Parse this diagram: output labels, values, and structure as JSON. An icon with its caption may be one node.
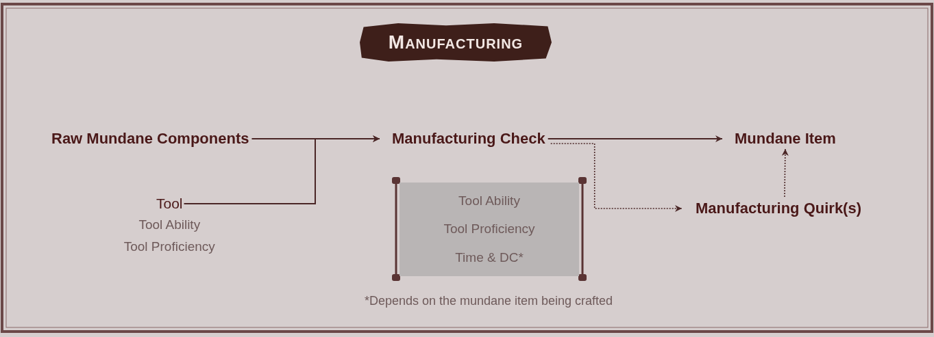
{
  "diagram": {
    "title": "Manufacturing",
    "nodes": [
      {
        "text": [
          "Raw Mundane Components"
        ]
      },
      {
        "text": [
          "Tool"
        ],
        "beside": [
          "Tool Ability",
          "Tool Proficiency"
        ]
      },
      {
        "text": [
          "Manufacturing Check"
        ]
      },
      {
        "text": [
          "Mundane Item"
        ]
      },
      {
        "text": [
          "Manufacturing Quirk(s)"
        ]
      },
      {
        "text": [
          "Tool Ability",
          "Tool Proficiency",
          "Time & DC*"
        ]
      }
    ],
    "edges": [
      {
        "from": 0,
        "to": 2,
        "arrow": "to"
      },
      {
        "from": 1,
        "to": 2,
        "arrow": "to"
      },
      {
        "from": 2,
        "to": 3,
        "arrow": "to"
      },
      {
        "from": 2,
        "to": 4,
        "arrow": "to",
        "style": "dashed"
      },
      {
        "from": 4,
        "to": 3,
        "arrow": "to",
        "style": "dashed"
      }
    ],
    "labels": [
      "*Depends on the mundane item being crafted"
    ]
  }
}
